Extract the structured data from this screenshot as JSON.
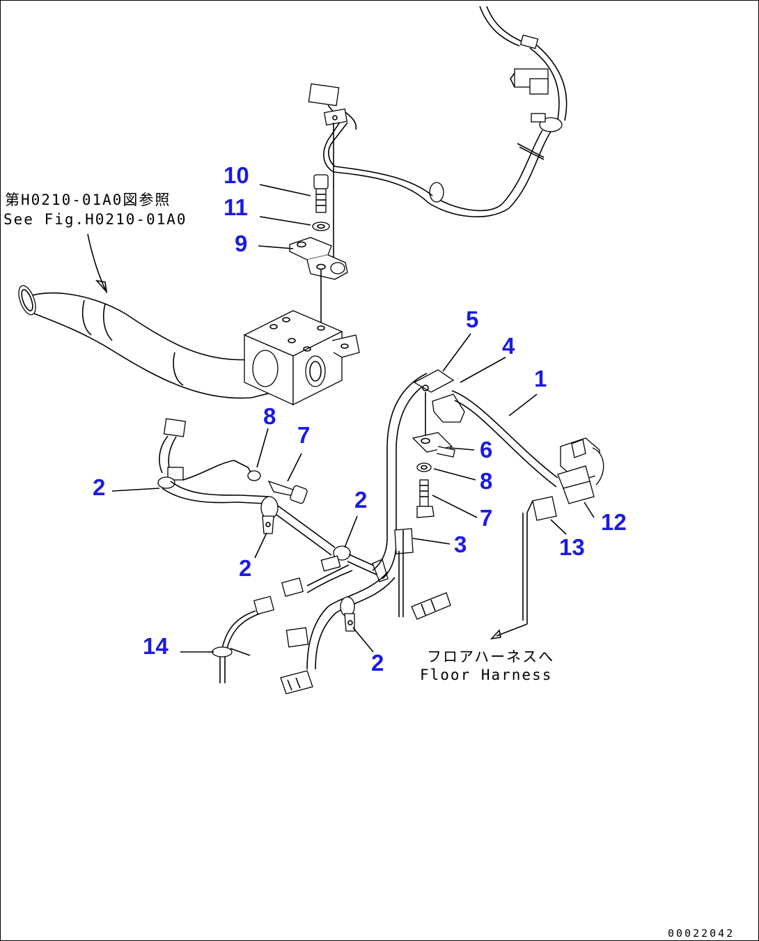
{
  "callouts": [
    {
      "id": "c10",
      "text": "10"
    },
    {
      "id": "c11",
      "text": "11"
    },
    {
      "id": "c9",
      "text": "9"
    },
    {
      "id": "c5",
      "text": "5"
    },
    {
      "id": "c4",
      "text": "4"
    },
    {
      "id": "c1",
      "text": "1"
    },
    {
      "id": "c8a",
      "text": "8"
    },
    {
      "id": "c7a",
      "text": "7"
    },
    {
      "id": "c6",
      "text": "6"
    },
    {
      "id": "c8b",
      "text": "8"
    },
    {
      "id": "c7b",
      "text": "7"
    },
    {
      "id": "c2a",
      "text": "2"
    },
    {
      "id": "c2b",
      "text": "2"
    },
    {
      "id": "c2c",
      "text": "2"
    },
    {
      "id": "c2d",
      "text": "2"
    },
    {
      "id": "c3",
      "text": "3"
    },
    {
      "id": "c12",
      "text": "12"
    },
    {
      "id": "c13",
      "text": "13"
    },
    {
      "id": "c14",
      "text": "14"
    }
  ],
  "reference": {
    "japanese": "第H0210-01A0図参照",
    "english": "See Fig.H0210-01A0"
  },
  "floor_harness": {
    "japanese": "フロアハーネスへ",
    "english": "Floor Harness"
  },
  "drawing_code": "00022042",
  "colors": {
    "callout": "#1a1ae6",
    "line": "#000000",
    "background": "#ffffff"
  }
}
